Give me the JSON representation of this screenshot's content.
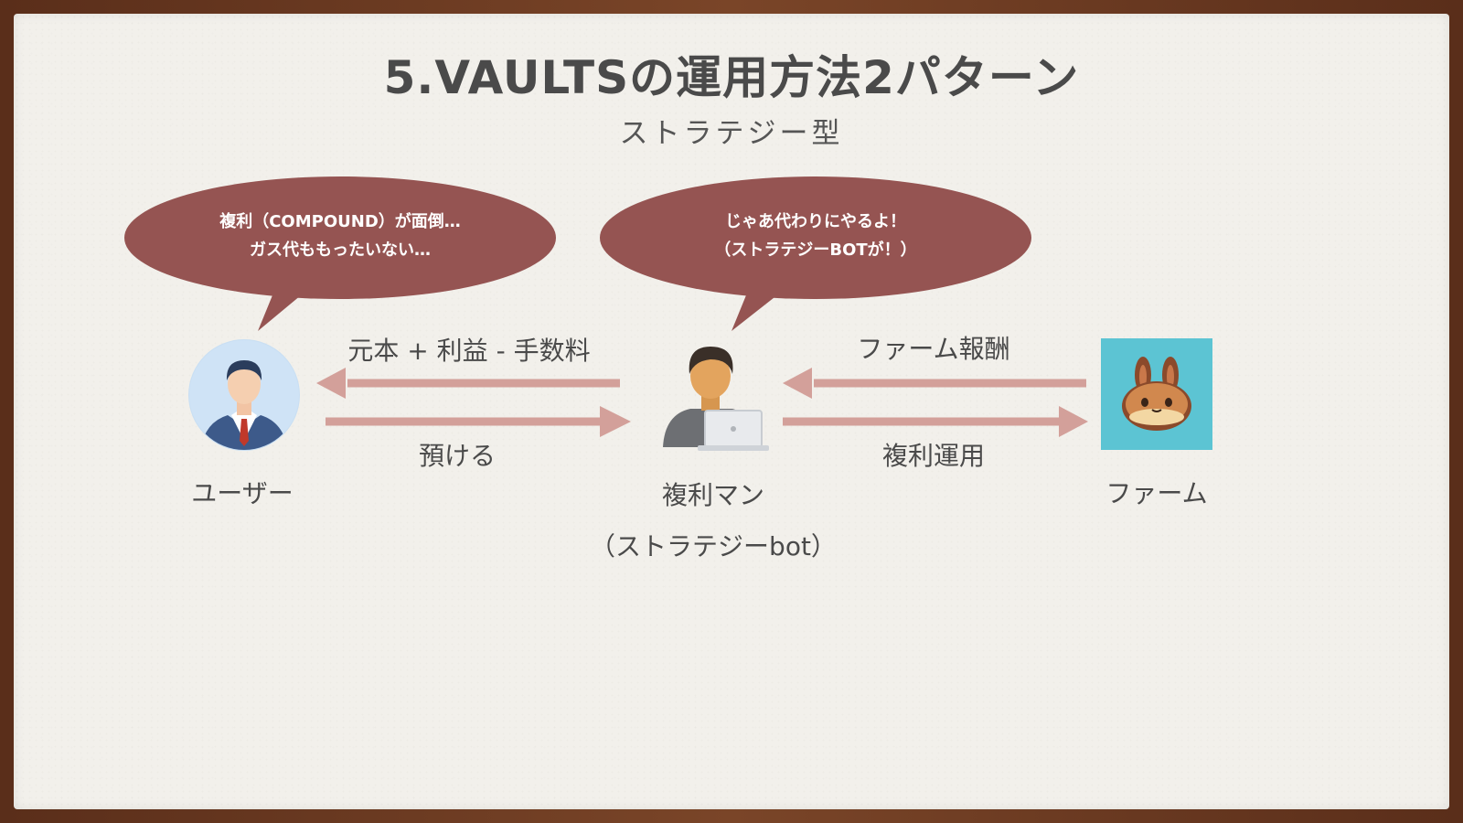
{
  "slide": {
    "title": "5.VAULTSの運用方法2パターン",
    "subtitle": "ストラテジー型"
  },
  "bubbles": {
    "user": {
      "line1": "複利（COMPOUND）が面倒…",
      "line2": "ガス代ももったいない…"
    },
    "bot": {
      "line1": "じゃあ代わりにやるよ！",
      "line2": "（ストラテジーBOTが！）"
    }
  },
  "flows": {
    "principal_profit_fee": "元本 + 利益 - 手数料",
    "deposit": "預ける",
    "farm_reward": "ファーム報酬",
    "compound_operation": "複利運用"
  },
  "actors": {
    "user": "ユーザー",
    "bot": "複利マン",
    "bot_sub": "（ストラテジーbot）",
    "farm": "ファーム"
  },
  "colors": {
    "bubble": "#955452",
    "arrow": "#d3a09a",
    "text": "#4a4a4a",
    "farm_bg": "#5cc4d3"
  },
  "icons": {
    "user": "businessman-avatar-icon",
    "bot": "person-laptop-icon",
    "farm": "pancake-bunny-icon"
  }
}
